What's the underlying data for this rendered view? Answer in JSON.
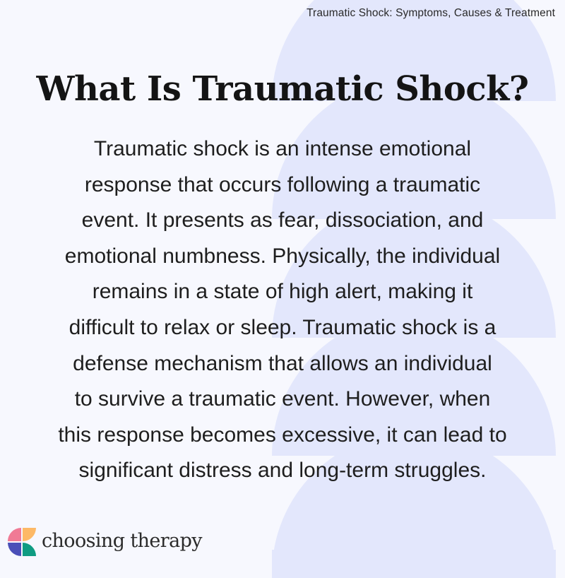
{
  "header": {
    "source_title": "Traumatic Shock: Symptoms, Causes & Treatment"
  },
  "main": {
    "title": "What Is Traumatic Shock?",
    "body_lines": [
      "Traumatic shock is an intense emotional",
      "response that occurs following a traumatic",
      "event. It presents as fear, dissociation, and",
      "emotional numbness. Physically, the individual",
      "remains in a state of high alert, making it",
      "difficult to relax or sleep. Traumatic shock is a",
      "defense mechanism that allows an individual",
      "to survive a traumatic event. However, when",
      "this response becomes excessive, it can lead to",
      "significant distress and long-term struggles."
    ]
  },
  "footer": {
    "logo_text": "choosing therapy",
    "logo_colors": {
      "pink": "#f07a95",
      "orange": "#fdb966",
      "blue": "#4a4fb8",
      "green": "#0f9c82"
    }
  },
  "theme": {
    "background": "#f7f8fe",
    "shape_color": "#e3e7fc",
    "text_color": "#1e1e1e"
  }
}
